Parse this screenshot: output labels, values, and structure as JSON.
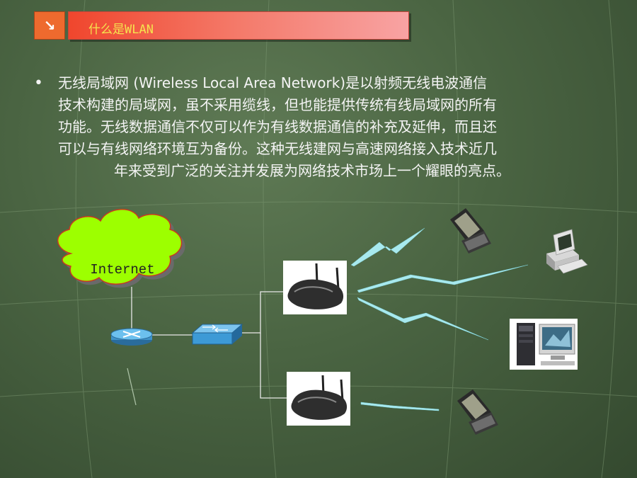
{
  "title": {
    "icon": "arrow-down-right-icon",
    "text": "什么是WLAN"
  },
  "bullet": {
    "lines": [
      "无线局域网 (Wireless Local Area Network)是以射频无线电波通信",
      "技术构建的局域网，虽不采用缆线，但也能提供传统有线局域网的所有",
      "功能。无线数据通信不仅可以作为有线数据通信的补充及延伸，而且还",
      "可以与有线网络环境互为备份。这种无线建网与高速网络接入技术近几",
      "年来受到广泛的关注并发展为网络技术市场上一个耀眼的亮点。"
    ]
  },
  "diagram": {
    "cloud_label": "Internet",
    "colors": {
      "cloud_fill": "#9dff00",
      "router_fill": "#4aa8de",
      "switch_fill": "#3d9ad6",
      "wireless_link": "#a8e9ee"
    },
    "nodes": [
      "internet-cloud",
      "router",
      "switch",
      "access-point-1",
      "access-point-2",
      "laptop-1",
      "desktop-1",
      "workstation-1",
      "laptop-2"
    ]
  }
}
